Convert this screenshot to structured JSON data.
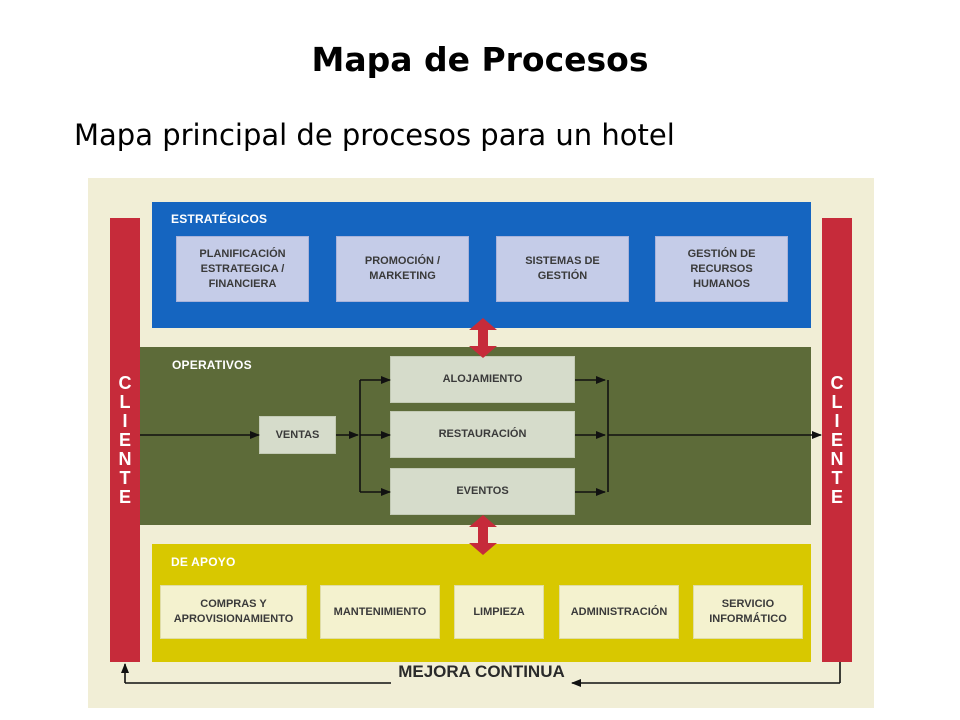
{
  "title": "Mapa de Procesos",
  "subtitle": "Mapa principal de procesos para un hotel",
  "diagram": {
    "estrategicos": {
      "label": "ESTRATÉGICOS",
      "color": "#1565c0",
      "boxes": [
        "PLANIFICACIÓN\nESTRATEGICA /\nFINANCIERA",
        "PROMOCIÓN /\nMARKETING",
        "SISTEMAS DE\nGESTIÓN",
        "GESTIÓN DE\nRECURSOS\nHUMANOS"
      ]
    },
    "operativos": {
      "label": "OPERATIVOS",
      "color": "#5d6b39",
      "ventas": "VENTAS",
      "boxes": [
        "ALOJAMIENTO",
        "RESTAURACIÓN",
        "EVENTOS"
      ]
    },
    "apoyo": {
      "label": "DE APOYO",
      "color": "#d8c800",
      "boxes": [
        "COMPRAS Y\nAPROVISIONAMIENTO",
        "MANTENIMIENTO",
        "LIMPIEZA",
        "ADMINISTRACIÓN",
        "SERVICIO\nINFORMÁTICO"
      ]
    },
    "cliente_left": [
      "C",
      "L",
      "I",
      "E",
      "N",
      "T",
      "E"
    ],
    "cliente_right": [
      "C",
      "L",
      "I",
      "E",
      "N",
      "T",
      "E"
    ],
    "mejora": "MEJORA CONTINUA",
    "arrow_color": "#c62b3a"
  }
}
